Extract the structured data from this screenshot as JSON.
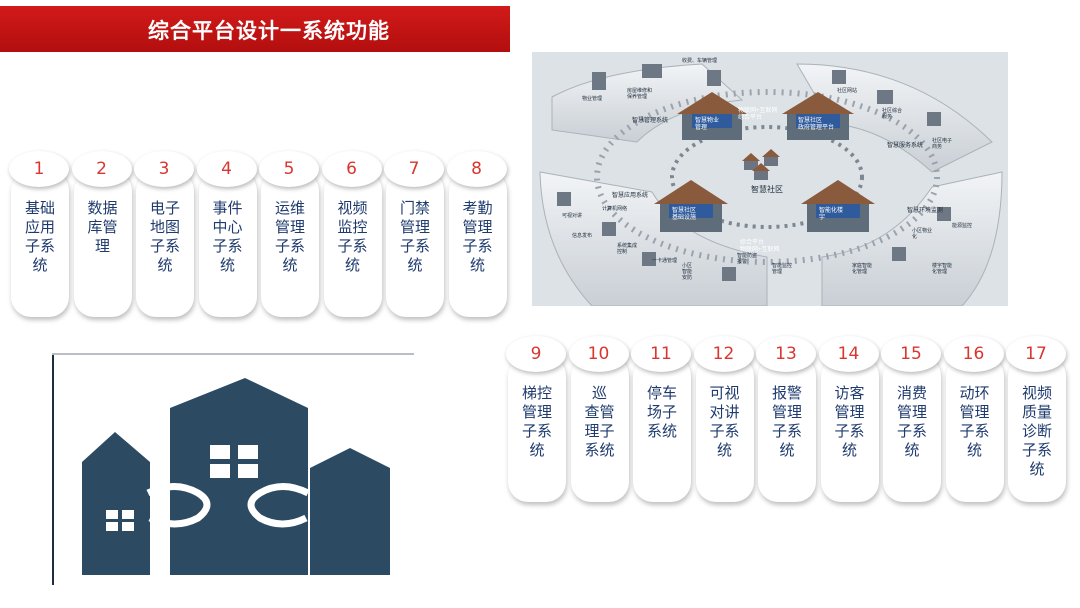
{
  "title": "综合平台设计一系统功能",
  "colors": {
    "accent_red": "#c8161d",
    "number_red": "#d93630",
    "text_navy": "#1f3b6e",
    "building": "#2d4a63"
  },
  "row1": [
    {
      "num": "1",
      "label": "基础\n应用\n子系\n统"
    },
    {
      "num": "2",
      "label": "数据\n库管\n理"
    },
    {
      "num": "3",
      "label": "电子\n地图\n子系\n统"
    },
    {
      "num": "4",
      "label": "事件\n中心\n子系\n统"
    },
    {
      "num": "5",
      "label": "运维\n管理\n子系\n统"
    },
    {
      "num": "6",
      "label": "视频\n监控\n子系\n统"
    },
    {
      "num": "7",
      "label": "门禁\n管理\n子系\n统"
    },
    {
      "num": "8",
      "label": "考勤\n管理\n子系\n统"
    }
  ],
  "row2": [
    {
      "num": "9",
      "label": "梯控\n管理\n子系\n统"
    },
    {
      "num": "10",
      "label": "巡\n查管\n理子\n系统"
    },
    {
      "num": "11",
      "label": "停车\n场子\n系统"
    },
    {
      "num": "12",
      "label": "可视\n对讲\n子系\n统"
    },
    {
      "num": "13",
      "label": "报警\n管理\n子系\n统"
    },
    {
      "num": "14",
      "label": "访客\n管理\n子系\n统"
    },
    {
      "num": "15",
      "label": "消费\n管理\n子系\n统"
    },
    {
      "num": "16",
      "label": "动环\n管理\n子系\n统"
    },
    {
      "num": "17",
      "label": "视频\n质量\n诊断\n子系\n统"
    }
  ],
  "illustration": {
    "center_label": "智慧社区",
    "top_band": "物联网+互联网\n综合平台",
    "bottom_band": "综合平台\n物联网+互联网",
    "buildings": [
      "智慧物业\n管理",
      "智慧社区\n政府管理平台",
      "智慧社区\n基础设施",
      "智能化楼\n宇"
    ],
    "labels": [
      "物业管理",
      "房屋维修和\n保养管理",
      "收费、车辆管理",
      "社区网站",
      "社区综合\n服务",
      "社区电子\n商务",
      "一卡通管理",
      "小区\n智能\n安防",
      "智能防盗\n报警",
      "智能监控\n管理",
      "系统集成\n控制",
      "可视对讲",
      "信息发布",
      "计算机网络",
      "家庭智能\n化管理",
      "小区物业\n化",
      "能源监控",
      "楼宇智能\n化管理"
    ],
    "ring_texts": [
      "智慧管理系统",
      "智慧服务系统",
      "智慧应用系统",
      "智慧环境监测"
    ]
  }
}
